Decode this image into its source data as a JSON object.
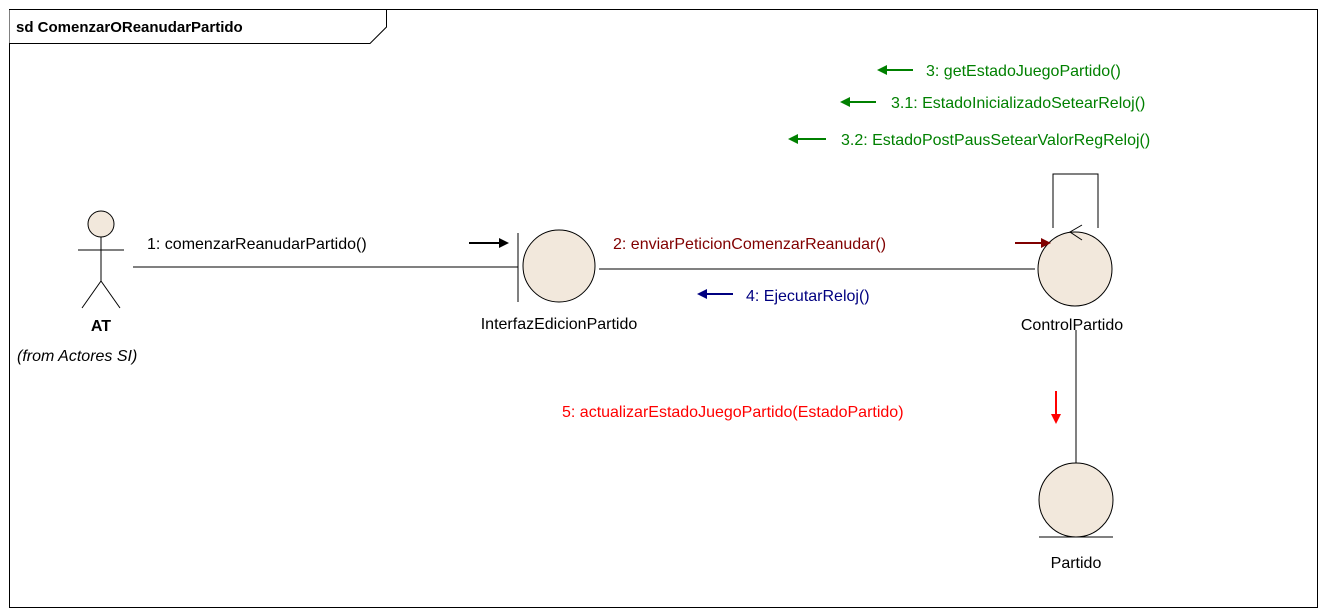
{
  "frame": {
    "title": "sd ComenzarOReanudarPartido"
  },
  "actor": {
    "name": "AT",
    "note": "(from Actores SI)"
  },
  "objects": {
    "interfaz": "InterfazEdicionPartido",
    "control": "ControlPartido",
    "partido": "Partido"
  },
  "messages": {
    "m1": "1: comenzarReanudarPartido()",
    "m2": "2: enviarPeticionComenzarReanudar()",
    "m3": "3: getEstadoJuegoPartido()",
    "m3_1": "3.1: EstadoInicializadoSetearReloj()",
    "m3_2": "3.2: EstadoPostPausSetearValorRegReloj()",
    "m4": "4: EjecutarReloj()",
    "m5": "5: actualizarEstadoJuegoPartido(EstadoPartido)"
  },
  "colors": {
    "object_fill": "#f2e8dc",
    "m1": "#000000",
    "m2": "#800000",
    "m3": "#008000",
    "m4": "#000080",
    "m5": "#ff0000"
  }
}
